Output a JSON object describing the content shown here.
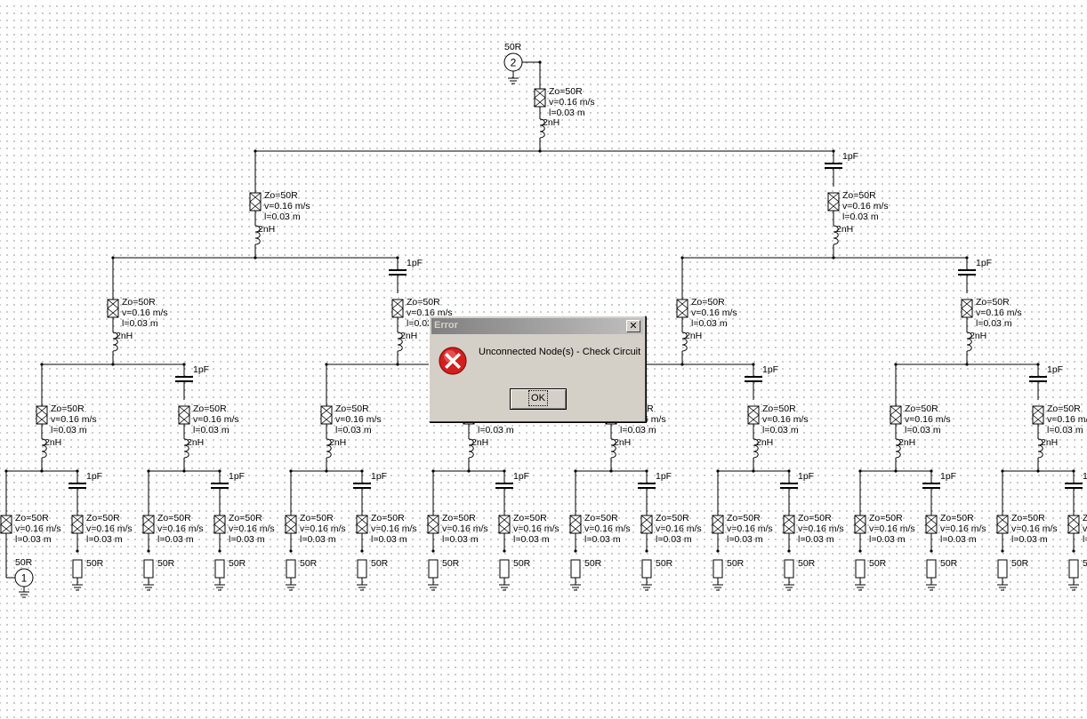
{
  "schematic": {
    "tline": {
      "zo": "Zo=50R",
      "v": "v=0.16 m/s",
      "l": "l=0.03 m"
    },
    "inductor_label": "2nH",
    "capacitor_label": "1pF",
    "resistor_label": "50R",
    "source_port": {
      "number": "2",
      "label": "50R"
    },
    "load_port": {
      "number": "1",
      "label": "50R"
    }
  },
  "dialog": {
    "title": "Error",
    "close_glyph": "✕",
    "icon": "error-x-icon",
    "message": "Unconnected Node(s) - Check Circuit",
    "ok_label": "OK"
  }
}
